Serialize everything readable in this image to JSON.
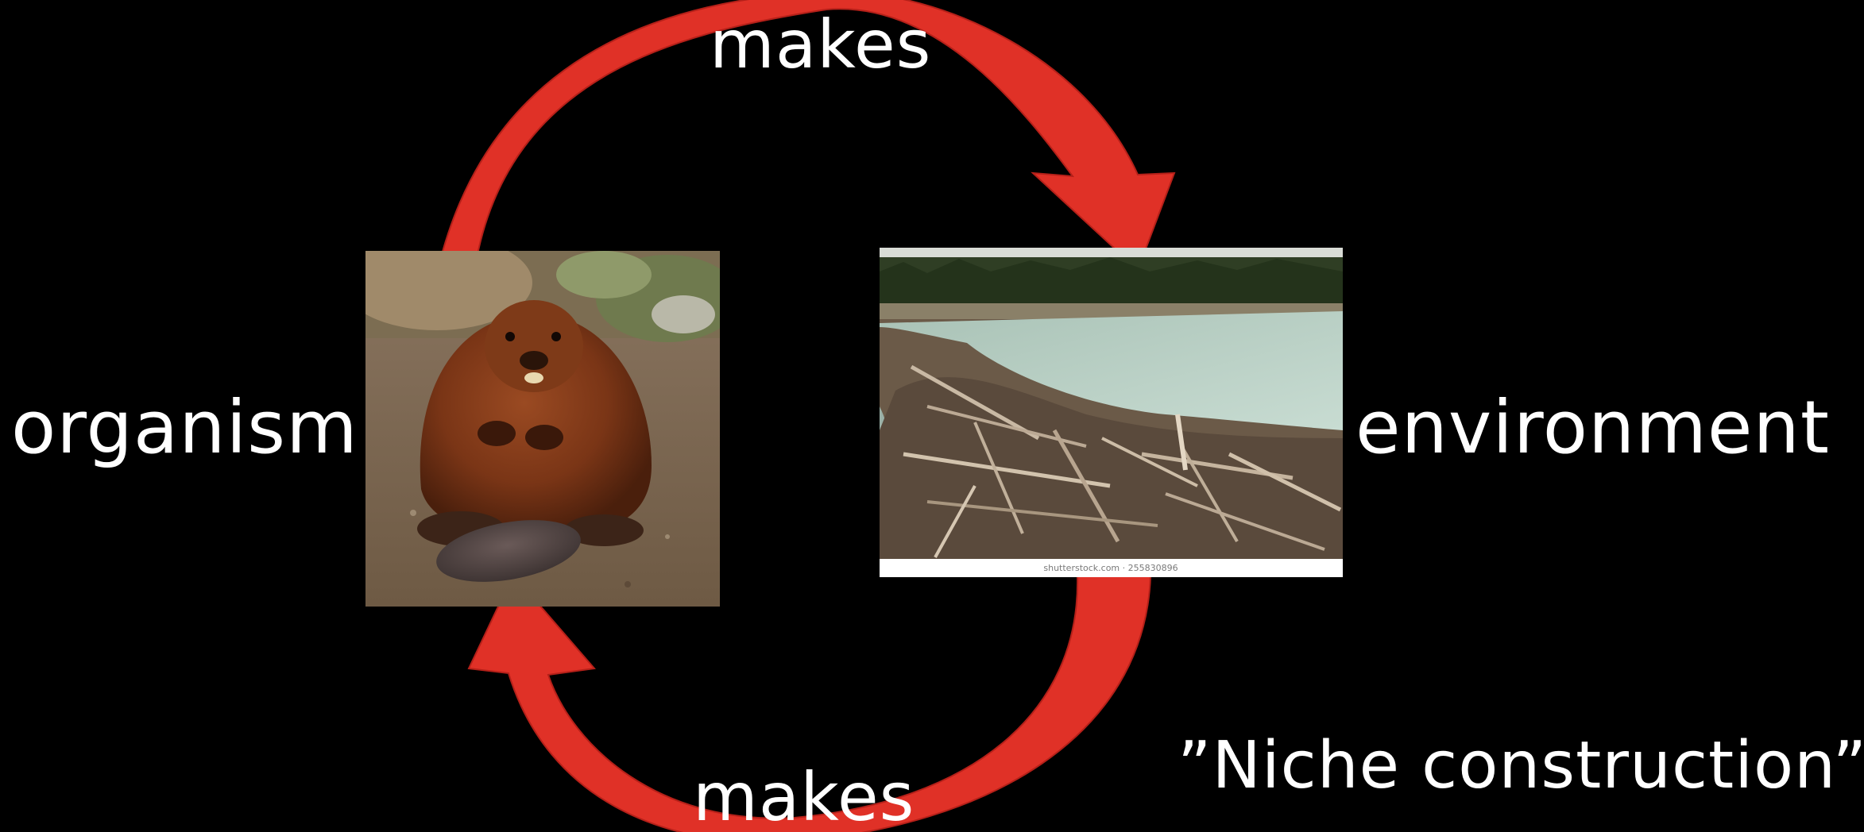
{
  "labels": {
    "organism": "organism",
    "environment": "environment",
    "makes_top": "makes",
    "makes_bottom": "makes",
    "caption": "”Niche construction”"
  },
  "images": {
    "dam_watermark": "shutterstock.com · 255830896"
  },
  "colors": {
    "background": "#000000",
    "arrow": "#E03127",
    "arrow_outline": "#B52019",
    "text": "#FFFFFF"
  }
}
